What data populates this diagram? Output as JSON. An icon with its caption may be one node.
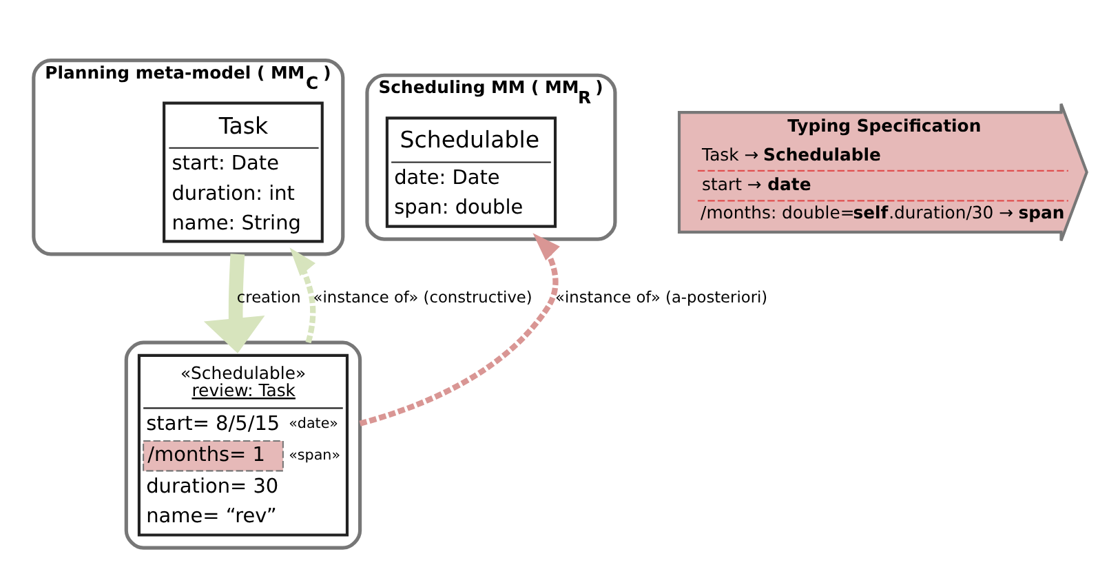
{
  "diagram": {
    "nodes": [
      {
        "text": [
          "Planning meta-model ( MM$_{C}$ )"
        ]
      },
      {
        "text": [
          "Task",
          "start: Date",
          "duration: int",
          "name: String"
        ],
        "in": 0
      },
      {
        "text": [
          "Typing Specification",
          "Task → **Schedulable**",
          "start → **date**",
          "/months: double=**self**.duration/30 → **span**"
        ]
      },
      {
        "text": [
          "Scheduling MM ( MM$_{R}$ )"
        ]
      },
      {
        "text": [
          "Schedulable",
          "date: Date",
          "span: double"
        ],
        "in": 3
      },
      {
        "text": [],
        "shape": "box"
      },
      {
        "text": [
          "«Schedulable»",
          "review: Task",
          "start= 8/5/15",
          "«date»",
          "/months= 1",
          "«span»",
          "duration= 30",
          "name= “rev”"
        ],
        "in": 5
      }
    ],
    "edges": [
      {
        "from": 0,
        "to": 5,
        "arrow": "to",
        "label": "creation",
        "style": "thick",
        "color": "#d7e4bd"
      },
      {
        "from": 5,
        "to": 0,
        "arrow": "to",
        "label": "«instance of» (constructive)",
        "style": "dashed",
        "color": "#d7e4bd"
      },
      {
        "from": 5,
        "to": 3,
        "arrow": "to",
        "label": "«instance of» (a-posteriori)",
        "style": "dashed",
        "color": "#d99694"
      }
    ]
  }
}
